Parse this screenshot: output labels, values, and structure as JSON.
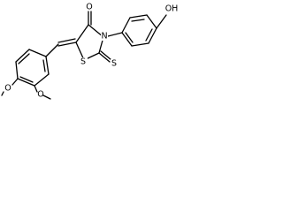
{
  "structure": {
    "atoms": {
      "carbonyl_oxygen": "O",
      "ring_nitrogen": "N",
      "ring_sulfur": "S",
      "thione_sulfur": "S",
      "hydroxyl": "OH",
      "methoxy_oxygen_para": "O",
      "methoxy_oxygen_meta": "O"
    }
  }
}
